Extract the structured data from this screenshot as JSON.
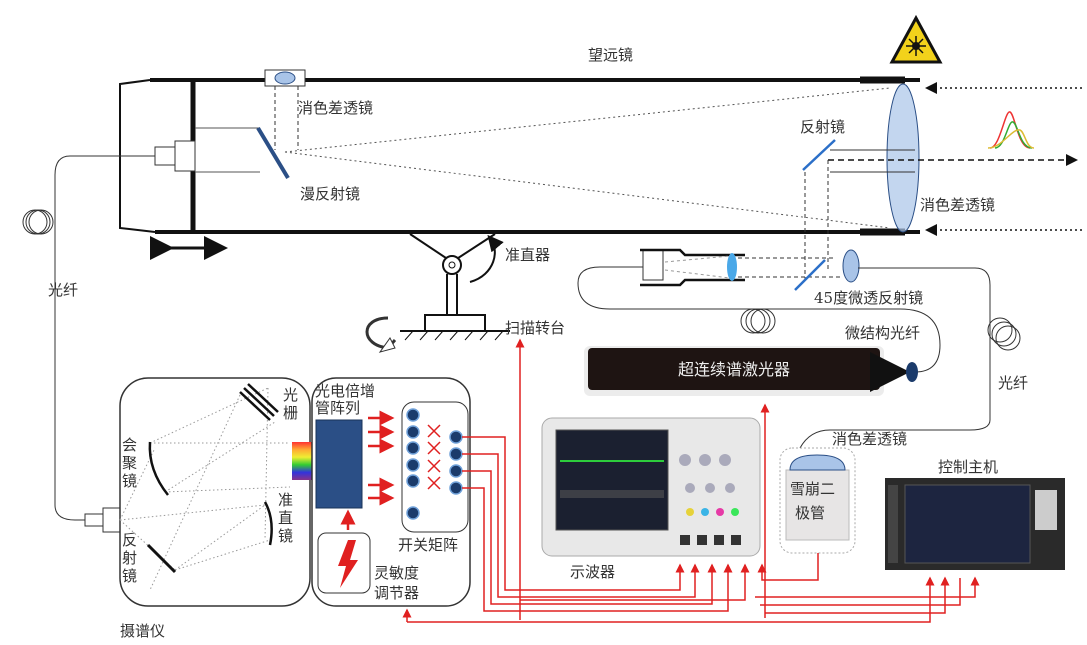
{
  "labels": {
    "telescope": "望远镜",
    "achromat_top": "消色差透镜",
    "diffuse_mirror": "漫反射镜",
    "reflector": "反射镜",
    "achromat_right": "消色差透镜",
    "collimator": "准直器",
    "scan_turntable": "扫描转台",
    "fiber_left": "光纤",
    "mirror_45": "45度微透反射镜",
    "microstructure_fiber": "微结构光纤",
    "fiber_right": "光纤",
    "supercontinuum_laser": "超连续谱激光器",
    "achromat_apd": "消色差透镜",
    "apd": [
      "雪崩二",
      "极管"
    ],
    "control_host": "控制主机",
    "oscilloscope": "示波器",
    "spectrograph": "摄谱仪",
    "grating": [
      "光",
      "栅"
    ],
    "converging_mirror": [
      "会",
      "聚",
      "镜"
    ],
    "collimating_mirror": [
      "准",
      "直",
      "镜"
    ],
    "reflect_mirror": [
      "反",
      "射",
      "镜"
    ],
    "pmt_array": [
      "光电倍增",
      "管阵列"
    ],
    "switch_matrix": "开关矩阵",
    "sensitivity_regulator": [
      "灵敏度",
      "调节器"
    ]
  },
  "colors": {
    "signal_wire": "#e02020",
    "laser_body": "#1e1412",
    "pmt": "#2b4f86",
    "lens": "#a9c4e8",
    "warning": "#f2d21b"
  },
  "icons": [
    "laser-warning-icon",
    "lightning-icon",
    "rotation-arrow-icon",
    "double-arrow-icon"
  ]
}
